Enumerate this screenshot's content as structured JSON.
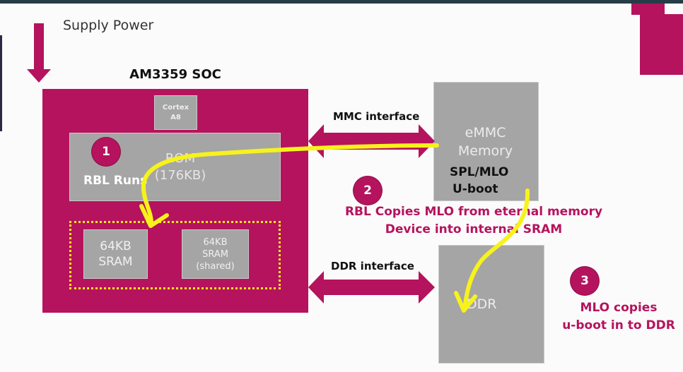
{
  "supply_power": "Supply Power",
  "soc": {
    "title": "AM3359 SOC",
    "cortex_line1": "Cortex",
    "cortex_line2": "A8",
    "rom_line1": "ROM",
    "rom_line2": "(176KB)",
    "step1_number": "1",
    "step1_label": "RBL Runs",
    "sram1_line1": "64KB",
    "sram1_line2": "SRAM",
    "sram2_line1": "64KB",
    "sram2_line2": "SRAM",
    "sram2_line3": "(shared)"
  },
  "mmc_interface": "MMC interface",
  "ddr_interface": "DDR interface",
  "emmc": {
    "line1": "eMMC",
    "line2": "Memory",
    "content1": "SPL/MLO",
    "content2": "U-boot"
  },
  "step2": {
    "number": "2",
    "line1": "RBL Copies MLO  from eternal memory",
    "line2": "Device into internal SRAM"
  },
  "ddr": {
    "label": "DDR"
  },
  "step3": {
    "number": "3",
    "line1": "MLO copies",
    "line2": "u-boot in to DDR"
  },
  "colors": {
    "accent": "#b5135e",
    "block": "#a5a5a5",
    "highlight": "#f5e81a"
  }
}
